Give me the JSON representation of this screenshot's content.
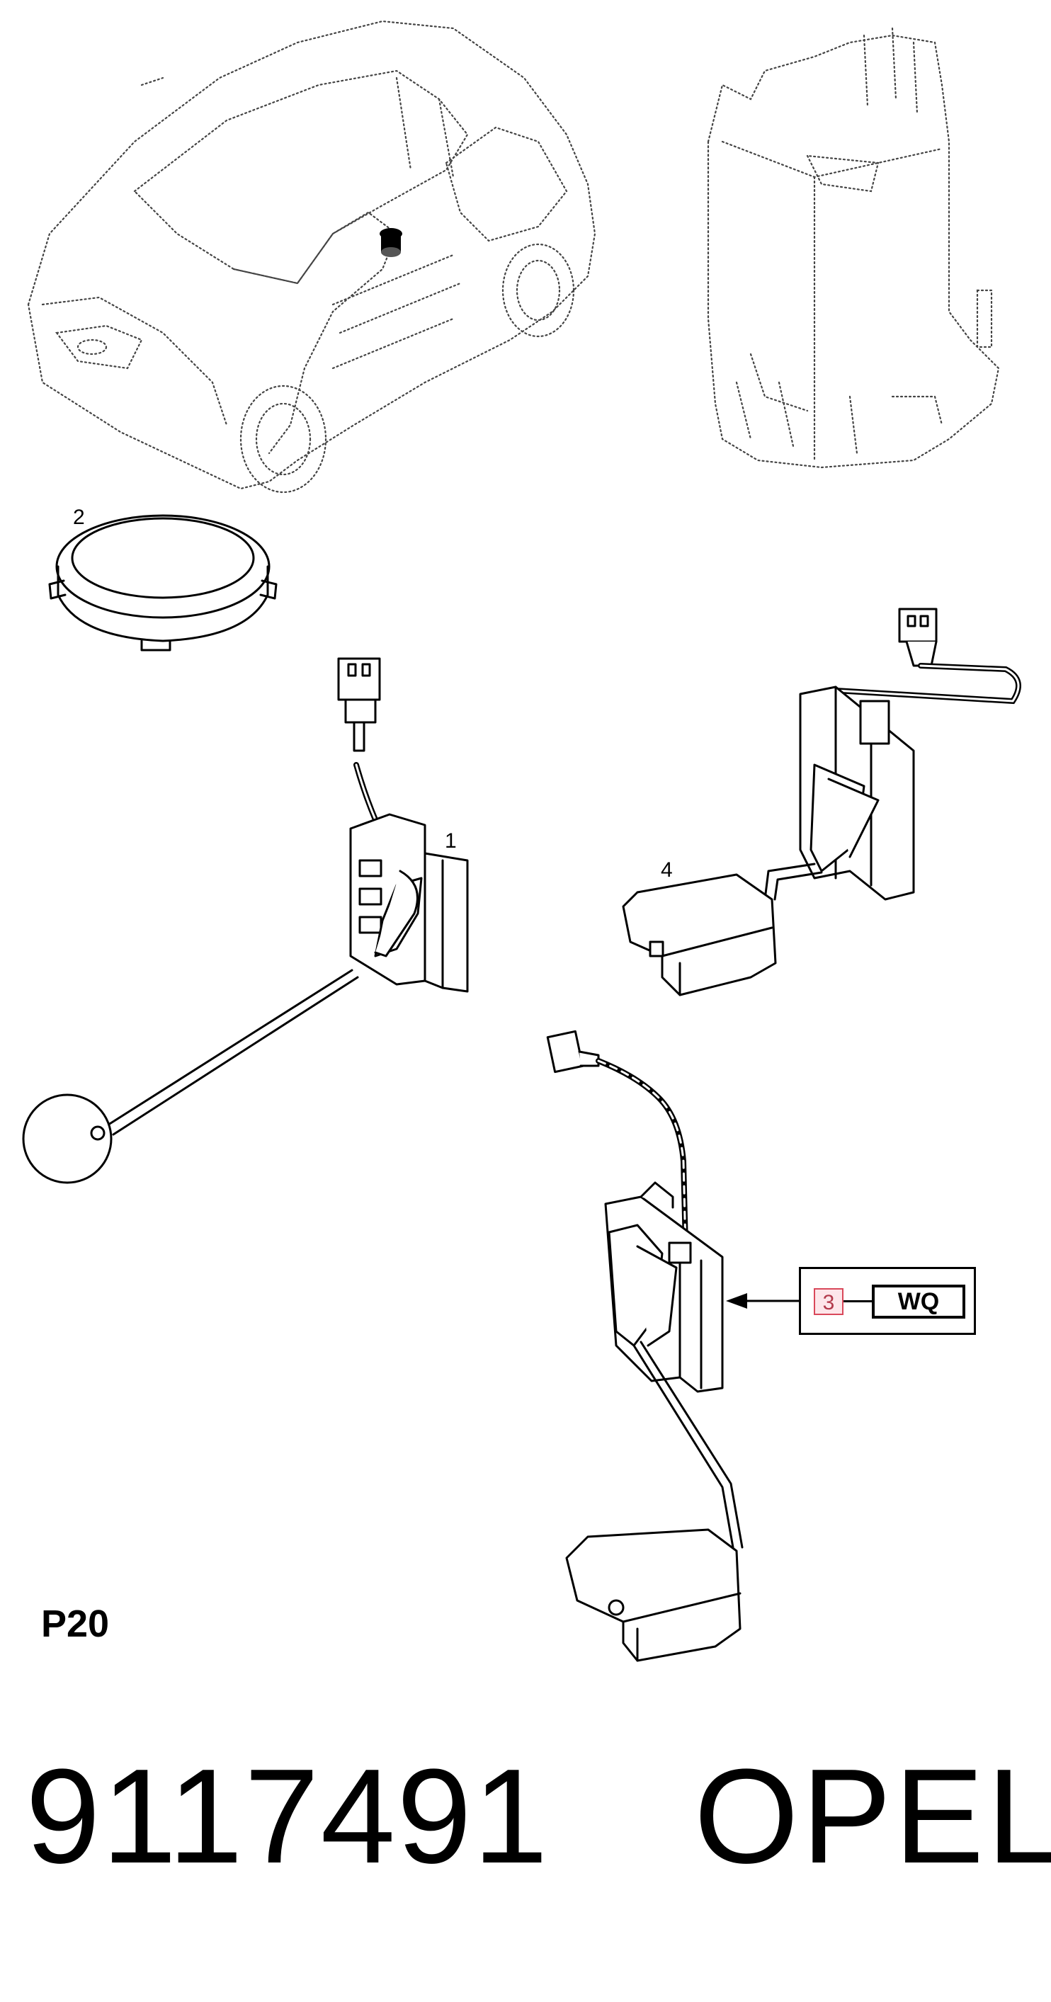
{
  "labels": {
    "part1": "1",
    "part2": "2",
    "part3": "3",
    "part4": "4"
  },
  "callout": {
    "number": "3",
    "code": "WQ",
    "number_color": "#d9485a"
  },
  "sheet_code": "P20",
  "part_number": "9117491",
  "brand": "OPEL"
}
